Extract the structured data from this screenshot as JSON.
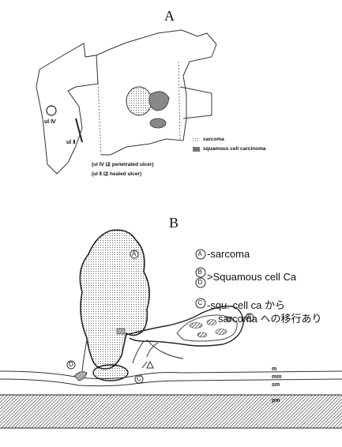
{
  "panel_a": {
    "letter": "A",
    "ul4": "ul Ⅳ",
    "ul2": "ul Ⅱ",
    "legend": {
      "sarcoma": "sarcoma",
      "squamous": "squamous cell carcinoma"
    },
    "notes": [
      "(ul Ⅳ は penetrated ulcer)",
      "(ul Ⅱ は healed ulcer)"
    ]
  },
  "panel_b": {
    "letter": "B",
    "markers": {
      "a": "A",
      "b": "B",
      "c": "C",
      "d": "D"
    },
    "legend": {
      "a": "-sarcoma",
      "bd": ">Squamous cell Ca",
      "c_line1": "-squ. cell ca から",
      "c_line2": "sarcoma への移行あり"
    },
    "layers": [
      "m",
      "mm",
      "sm",
      "pm"
    ]
  }
}
